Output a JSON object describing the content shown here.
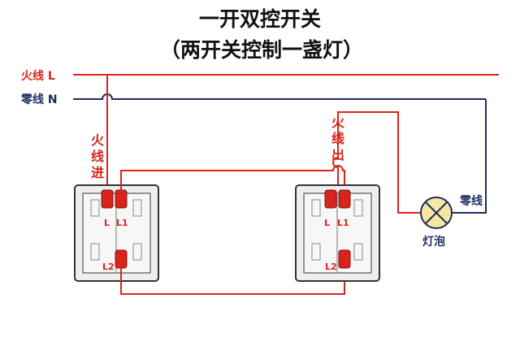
{
  "title": {
    "line1": "一开双控开关",
    "line2": "（两开关控制一盏灯）"
  },
  "lines": {
    "live_label": "火线 L",
    "neutral_label": "零线 N"
  },
  "switch_left": {
    "feed_label": [
      "火",
      "线",
      "进"
    ],
    "terminals": {
      "l": "L",
      "l1": "L1",
      "l2": "L2"
    }
  },
  "switch_right": {
    "feed_label": [
      "火",
      "线",
      "出"
    ],
    "terminals": {
      "l": "L",
      "l1": "L1",
      "l2": "L2"
    }
  },
  "lamp": {
    "label": "灯泡",
    "icon": "lamp-icon"
  },
  "neutral_to_lamp_label": "零线",
  "colors": {
    "live": "#d9241c",
    "neutral": "#1f2d5c",
    "terminal": "#d9241c",
    "switch_body": "#eeeeee",
    "lamp_fill": "#f6e7a4"
  }
}
